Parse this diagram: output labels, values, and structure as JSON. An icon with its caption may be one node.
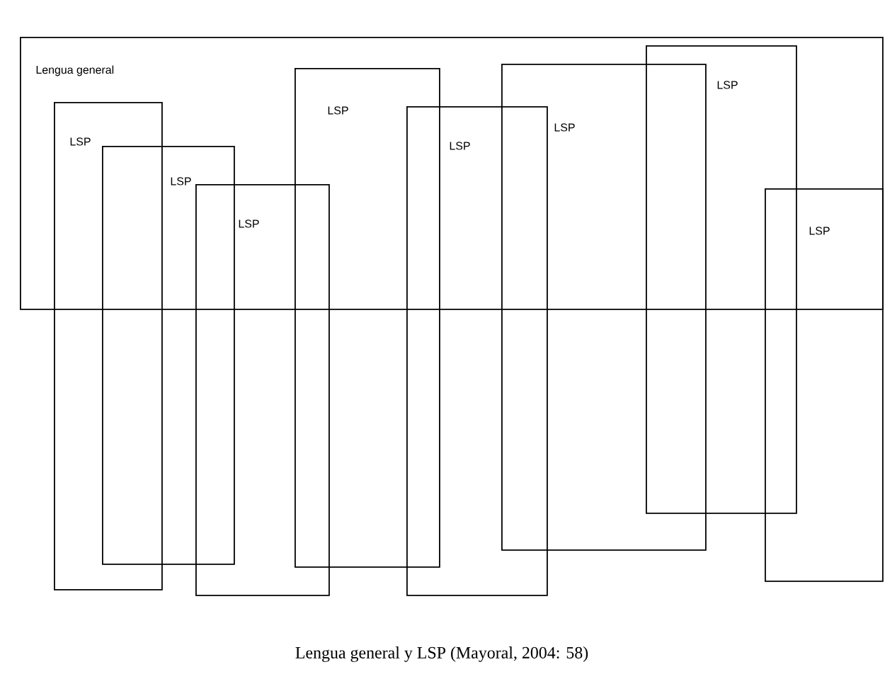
{
  "diagram": {
    "caption": "Lengua general y LSP (Mayoral, 2004: 58)",
    "nodes": [
      {
        "text": [
          "Lengua general"
        ]
      },
      {
        "text": [
          "LSP"
        ]
      },
      {
        "text": [
          "LSP"
        ]
      },
      {
        "text": [
          "LSP"
        ]
      },
      {
        "text": [
          "LSP"
        ]
      },
      {
        "text": [
          "LSP"
        ]
      },
      {
        "text": [
          "LSP"
        ]
      },
      {
        "text": [
          "LSP"
        ]
      },
      {
        "text": [
          "LSP"
        ]
      }
    ]
  }
}
